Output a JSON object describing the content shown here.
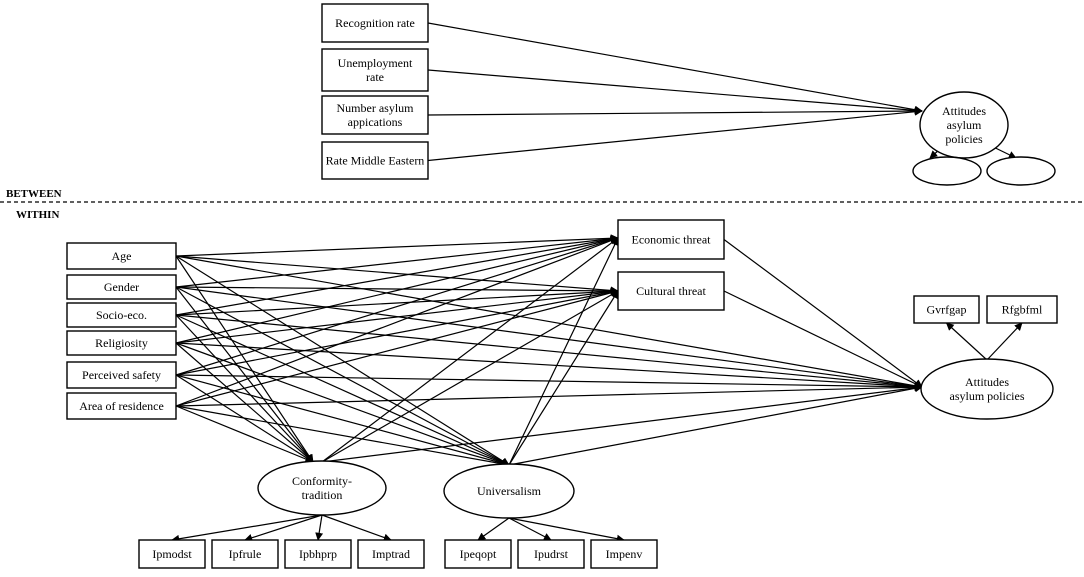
{
  "sections": {
    "between": "BETWEEN",
    "within": "WITHIN"
  },
  "between": {
    "predictors": [
      {
        "id": "recognition",
        "lines": [
          "Recognition rate"
        ]
      },
      {
        "id": "unemployment",
        "lines": [
          "Unemployment",
          "rate"
        ]
      },
      {
        "id": "asylum-apps",
        "lines": [
          "Number asylum",
          "appications"
        ]
      },
      {
        "id": "middle-eastern",
        "lines": [
          "Rate Middle Eastern"
        ]
      }
    ],
    "outcome": {
      "id": "att-between",
      "lines": [
        "Attitudes",
        "asylum",
        "policies"
      ]
    },
    "indicators": [
      {
        "id": "ind-b1",
        "lines": [
          ""
        ]
      },
      {
        "id": "ind-b2",
        "lines": [
          ""
        ]
      }
    ]
  },
  "within": {
    "predictors": [
      {
        "id": "age",
        "lines": [
          "Age"
        ]
      },
      {
        "id": "gender",
        "lines": [
          "Gender"
        ]
      },
      {
        "id": "socio",
        "lines": [
          "Socio-eco."
        ]
      },
      {
        "id": "religiosity",
        "lines": [
          "Religiosity"
        ]
      },
      {
        "id": "safety",
        "lines": [
          "Perceived safety"
        ]
      },
      {
        "id": "residence",
        "lines": [
          "Area of residence"
        ]
      }
    ],
    "threats": [
      {
        "id": "economic",
        "lines": [
          "Economic threat"
        ]
      },
      {
        "id": "cultural",
        "lines": [
          "Cultural threat"
        ]
      }
    ],
    "values": [
      {
        "id": "conformity",
        "lines": [
          "Conformity-",
          "tradition"
        ]
      },
      {
        "id": "universalism",
        "lines": [
          "Universalism"
        ]
      }
    ],
    "outcome": {
      "id": "att-within",
      "lines": [
        "Attitudes",
        "asylum policies"
      ]
    },
    "outcome_indicators": [
      {
        "id": "gvrfgap",
        "lines": [
          "Gvrfgap"
        ]
      },
      {
        "id": "rfgbfml",
        "lines": [
          "Rfgbfml"
        ]
      }
    ],
    "conformity_indicators": [
      {
        "id": "ipmodst",
        "lines": [
          "Ipmodst"
        ]
      },
      {
        "id": "ipfrule",
        "lines": [
          "Ipfrule"
        ]
      },
      {
        "id": "ipbhprp",
        "lines": [
          "Ipbhprp"
        ]
      },
      {
        "id": "imptrad",
        "lines": [
          "Imptrad"
        ]
      }
    ],
    "universalism_indicators": [
      {
        "id": "ipeqopt",
        "lines": [
          "Ipeqopt"
        ]
      },
      {
        "id": "ipudrst",
        "lines": [
          "Ipudrst"
        ]
      },
      {
        "id": "impenv",
        "lines": [
          "Impenv"
        ]
      }
    ]
  }
}
